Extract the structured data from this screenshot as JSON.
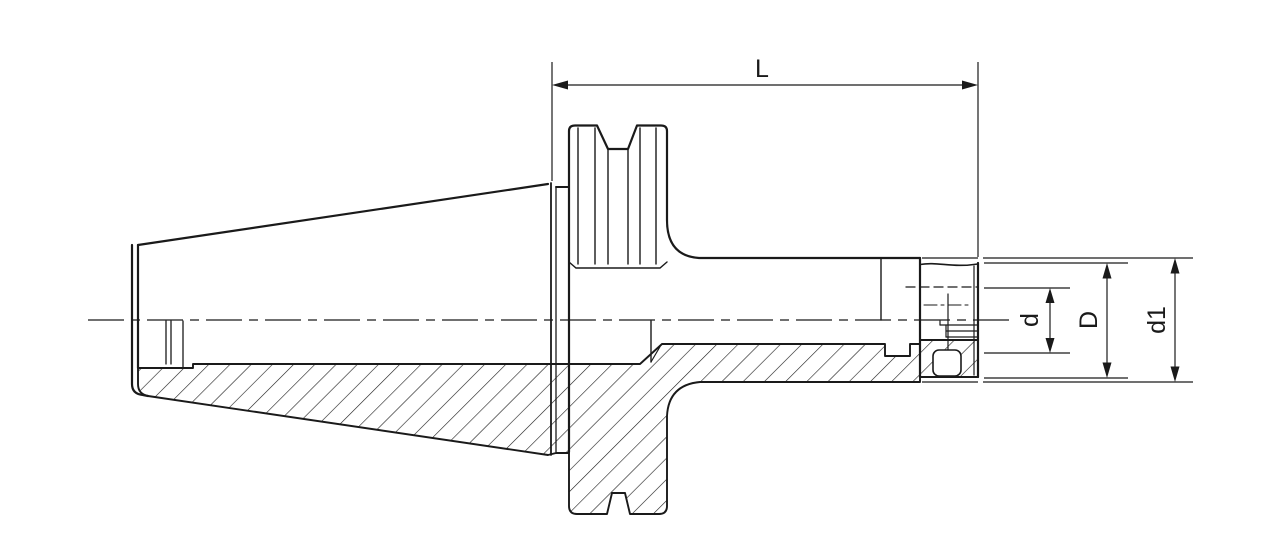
{
  "page": {
    "background": "#ffffff"
  },
  "drawing": {
    "type": "technical-section-drawing",
    "subject": "Collet chuck tool holder with taper shank, V-groove flange, cylindrical body and clamping nut; lower half shown in section with 45-degree hatching",
    "line_color": "#1a1a1a",
    "background_color": "#ffffff",
    "labels": {
      "length": "L",
      "collet_bore_diameter": "d",
      "nut_diameter": "D",
      "body_diameter": "d1"
    }
  }
}
